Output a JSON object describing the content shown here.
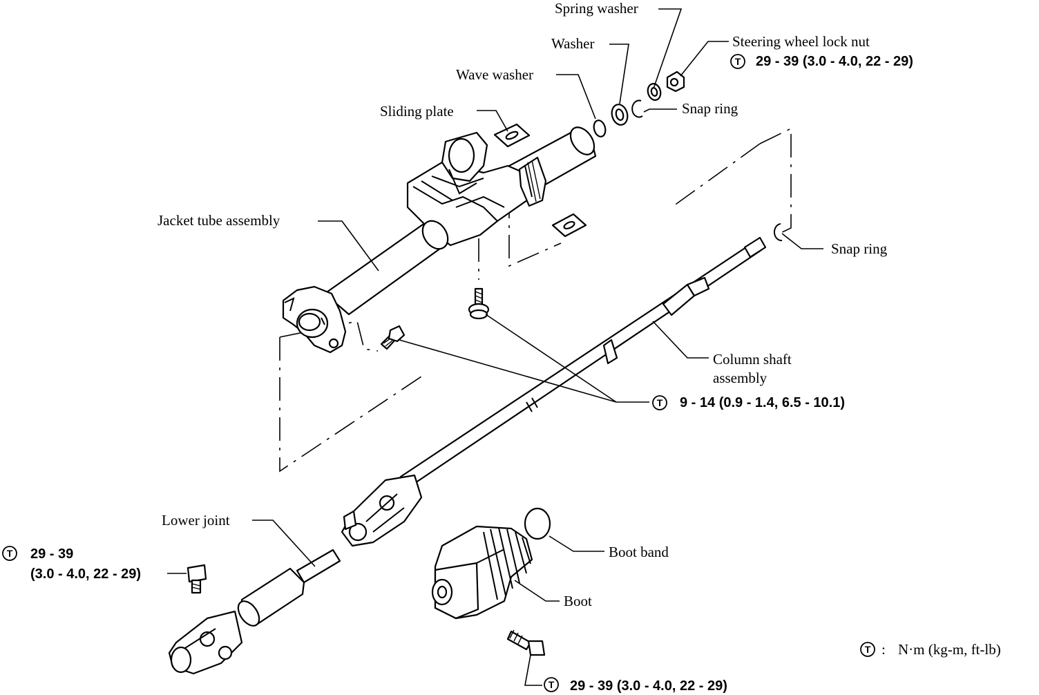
{
  "labels": {
    "spring_washer": "Spring washer",
    "washer": "Washer",
    "wave_washer": "Wave washer",
    "sliding_plate": "Sliding plate",
    "steering_wheel_lock_nut": "Steering wheel lock nut",
    "snap_ring_top": "Snap ring",
    "snap_ring_right": "Snap ring",
    "jacket_tube_assembly": "Jacket tube assembly",
    "column_shaft_assembly_line1": "Column shaft",
    "column_shaft_assembly_line2": "assembly",
    "lower_joint": "Lower joint",
    "boot_band": "Boot band",
    "boot": "Boot"
  },
  "torque": {
    "symbol": "T",
    "lock_nut": "29 - 39 (3.0 - 4.0, 22 - 29)",
    "jacket_bolts": "9 - 14 (0.9 - 1.4, 6.5 - 10.1)",
    "lower_joint_line1": "29 - 39",
    "lower_joint_line2": "(3.0 - 4.0, 22 - 29)",
    "bottom_bolt": "29 - 39 (3.0 - 4.0, 22 - 29)"
  },
  "legend": {
    "symbol": "T",
    "separator": ":",
    "units": "N·m (kg-m, ft-lb)"
  }
}
